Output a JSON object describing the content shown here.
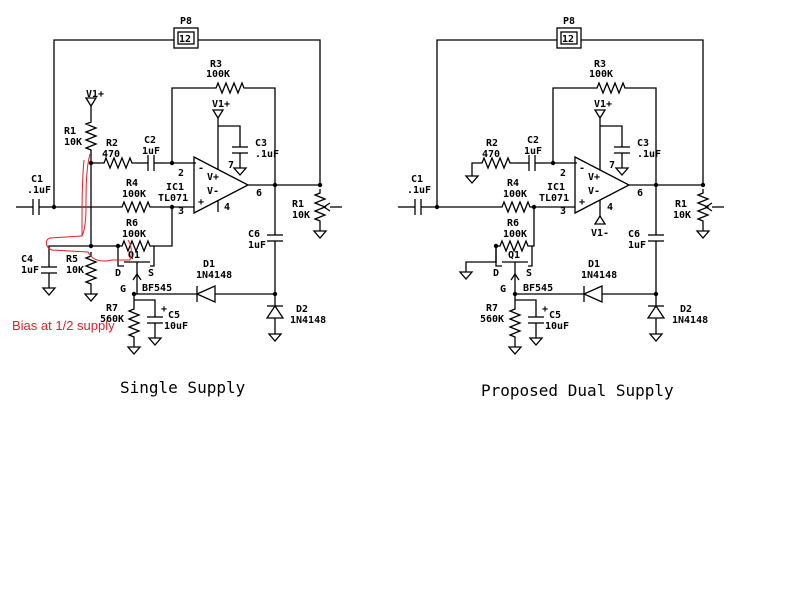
{
  "left": {
    "connector": "P8",
    "connector_pins": "12",
    "supply_top": "V1+",
    "labels": {
      "R1": "R1",
      "R1_val": "10K",
      "R2": "R2",
      "R2_val": "470",
      "C2": "C2",
      "C2_val": "1uF",
      "R3": "R3",
      "R3_val": "100K",
      "Vplus": "V1+",
      "C3": "C3",
      "C3_val": ".1uF",
      "C1": "C1",
      "C1_val": ".1uF",
      "R4": "R4",
      "R4_val": "100K",
      "IC": "IC1",
      "IC_val": "TL071",
      "R6": "R6",
      "R6_val": "100K",
      "C4": "C4",
      "C4_val": "1uF",
      "R5": "R5",
      "R5_val": "10K",
      "Q1": "Q1",
      "D1": "D1",
      "D1_val": "1N4148",
      "C6": "C6",
      "C6_val": "1uF",
      "R1out": "R1",
      "R1out_val": "10K",
      "BF": "BF545",
      "R7": "R7",
      "R7_val": "560K",
      "C5": "C5",
      "C5_val": "10uF",
      "D2": "D2",
      "D2_val": "1N4148",
      "pin2": "2",
      "pin3": "3",
      "pin4": "4",
      "pin6": "6",
      "pin7": "7",
      "vplus_in": "V+",
      "vminus_in": "V-",
      "D": "D",
      "S": "S",
      "G": "G"
    },
    "annotation": "Bias at 1/2 supply",
    "caption": "Single Supply"
  },
  "right": {
    "connector": "P8",
    "connector_pins": "12",
    "labels": {
      "R2": "R2",
      "R2_val": "470",
      "C2": "C2",
      "C2_val": "1uF",
      "R3": "R3",
      "R3_val": "100K",
      "Vplus": "V1+",
      "C3": "C3",
      "C3_val": ".1uF",
      "C1": "C1",
      "C1_val": ".1uF",
      "R4": "R4",
      "R4_val": "100K",
      "IC": "IC1",
      "IC_val": "TL071",
      "R6": "R6",
      "R6_val": "100K",
      "Q1": "Q1",
      "D1": "D1",
      "D1_val": "1N4148",
      "C6": "C6",
      "C6_val": "1uF",
      "R1out": "R1",
      "R1out_val": "10K",
      "BF": "BF545",
      "R7": "R7",
      "R7_val": "560K",
      "C5": "C5",
      "C5_val": "10uF",
      "D2": "D2",
      "D2_val": "1N4148",
      "Vminus": "V1-",
      "pin2": "2",
      "pin3": "3",
      "pin4": "4",
      "pin6": "6",
      "pin7": "7",
      "vplus_in": "V+",
      "vminus_in": "V-",
      "D": "D",
      "S": "S",
      "G": "G"
    },
    "caption": "Proposed Dual Supply"
  }
}
